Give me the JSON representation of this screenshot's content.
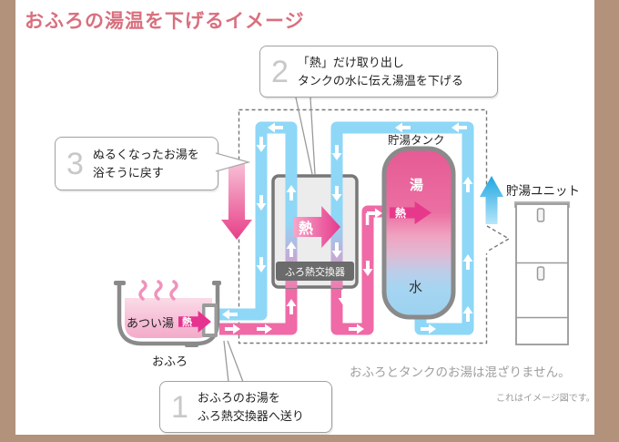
{
  "title": "おふろの湯温を下げるイメージ",
  "steps": [
    {
      "number": "1",
      "line1": "おふろのお湯を",
      "line2": "ふろ熱交換器へ送り"
    },
    {
      "number": "2",
      "line1": "「熱」だけ取り出し",
      "line2": "タンクの水に伝え湯温を下げる"
    },
    {
      "number": "3",
      "line1": "ぬるくなったお湯を",
      "line2": "浴そうに戻す"
    }
  ],
  "labels": {
    "storage_tank": "貯湯タンク",
    "storage_unit": "貯湯ユニット",
    "heat_exchanger": "ふろ熱交換器",
    "hot_water": "あつい湯",
    "bath": "おふろ",
    "tank_top_hot": "湯",
    "tank_bottom_cold": "水",
    "heat_badge_tub": "熱",
    "heat_badge_exchanger": "熱",
    "heat_badge_tank": "熱"
  },
  "notes": {
    "no_mixing": "おふろとタンクのお湯は混ざりません。",
    "disclaimer": "これはイメージ図です。"
  },
  "colors": {
    "accent_title": "#d96f7e",
    "pipe_hot_pink": "#ef6aa6",
    "pipe_cold_blue": "#8ed7f7",
    "heat_pink": "#e6398c",
    "frame_tan": "#b2927a"
  }
}
